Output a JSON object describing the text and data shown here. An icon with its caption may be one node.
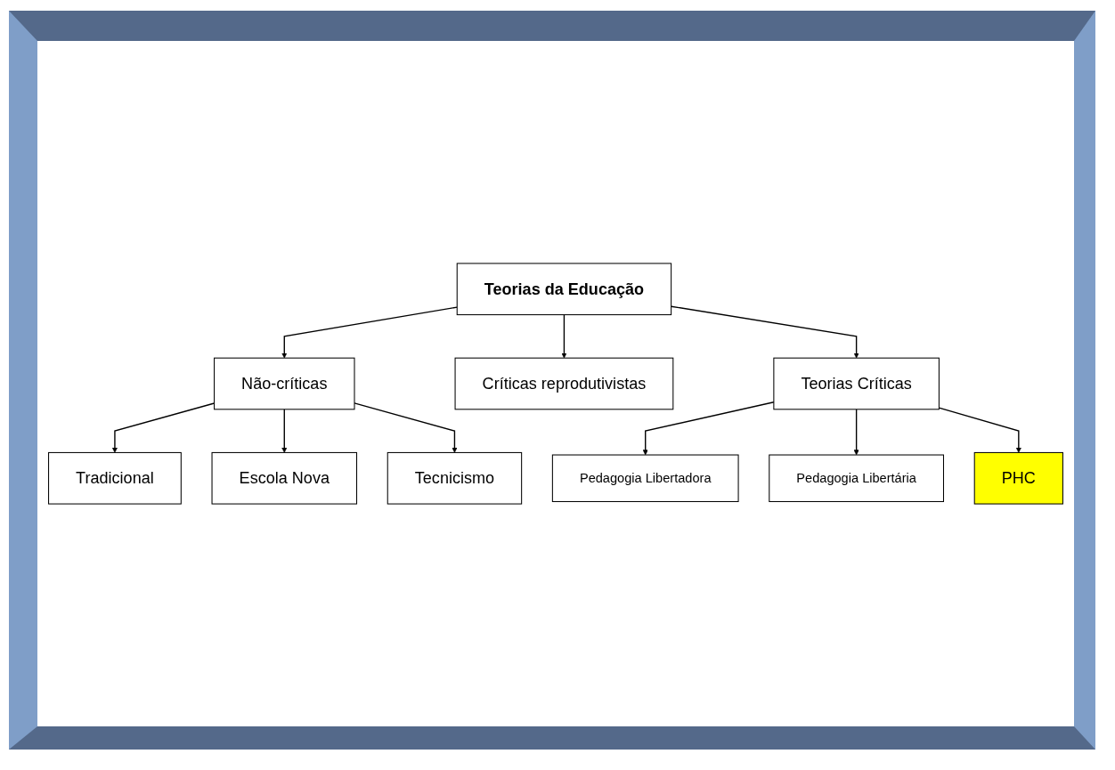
{
  "diagram": {
    "nodes": [
      {
        "text": [
          "Teorias da Educação"
        ]
      },
      {
        "text": [
          "Não-críticas"
        ]
      },
      {
        "text": [
          "Críticas reprodutivistas"
        ]
      },
      {
        "text": [
          "Teorias Críticas"
        ]
      },
      {
        "text": [
          "Tradicional"
        ]
      },
      {
        "text": [
          "Escola Nova"
        ]
      },
      {
        "text": [
          "Tecnicismo"
        ]
      },
      {
        "text": [
          "Pedagogia Libertadora"
        ]
      },
      {
        "text": [
          "Pedagogia Libertária"
        ]
      },
      {
        "text": [
          "PHC"
        ]
      }
    ],
    "edges": [
      {
        "from": 0,
        "to": 1,
        "arrow": "to"
      },
      {
        "from": 0,
        "to": 3,
        "arrow": "to"
      },
      {
        "from": 0,
        "to": 2,
        "arrow": "to"
      },
      {
        "from": 1,
        "to": 4,
        "arrow": "to"
      },
      {
        "from": 1,
        "to": 5,
        "arrow": "to"
      },
      {
        "from": 1,
        "to": 6,
        "arrow": "to"
      },
      {
        "from": 3,
        "to": 7,
        "arrow": "to"
      },
      {
        "from": 3,
        "to": 8,
        "arrow": "to"
      },
      {
        "from": 3,
        "to": 9,
        "arrow": "to"
      }
    ]
  }
}
